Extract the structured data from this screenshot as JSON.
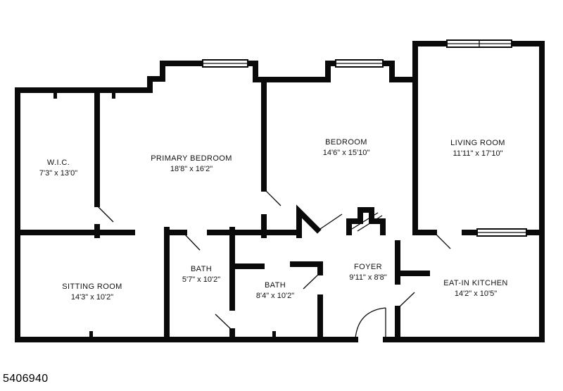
{
  "theme": {
    "background": "#ffffff",
    "wall_color": "#0a0a0a",
    "text_color": "#111111"
  },
  "page": {
    "listing_id": "5406940"
  },
  "floorplan": {
    "rooms": [
      {
        "name": "W.I.C.",
        "dimensions": "7'3\" x 13'0\""
      },
      {
        "name": "PRIMARY BEDROOM",
        "dimensions": "18'8\" x 16'2\""
      },
      {
        "name": "BEDROOM",
        "dimensions": "14'6\" x 15'10\""
      },
      {
        "name": "LIVING ROOM",
        "dimensions": "11'11\" x 17'10\""
      },
      {
        "name": "SITTING ROOM",
        "dimensions": "14'3\" x 10'2\""
      },
      {
        "name": "BATH",
        "dimensions": "5'7\" x 10'2\""
      },
      {
        "name": "BATH",
        "dimensions": "8'4\" x 10'2\""
      },
      {
        "name": "FOYER",
        "dimensions": "9'11\" x 8'8\""
      },
      {
        "name": "EAT-IN KITCHEN",
        "dimensions": "14'2\" x 10'5\""
      }
    ]
  }
}
